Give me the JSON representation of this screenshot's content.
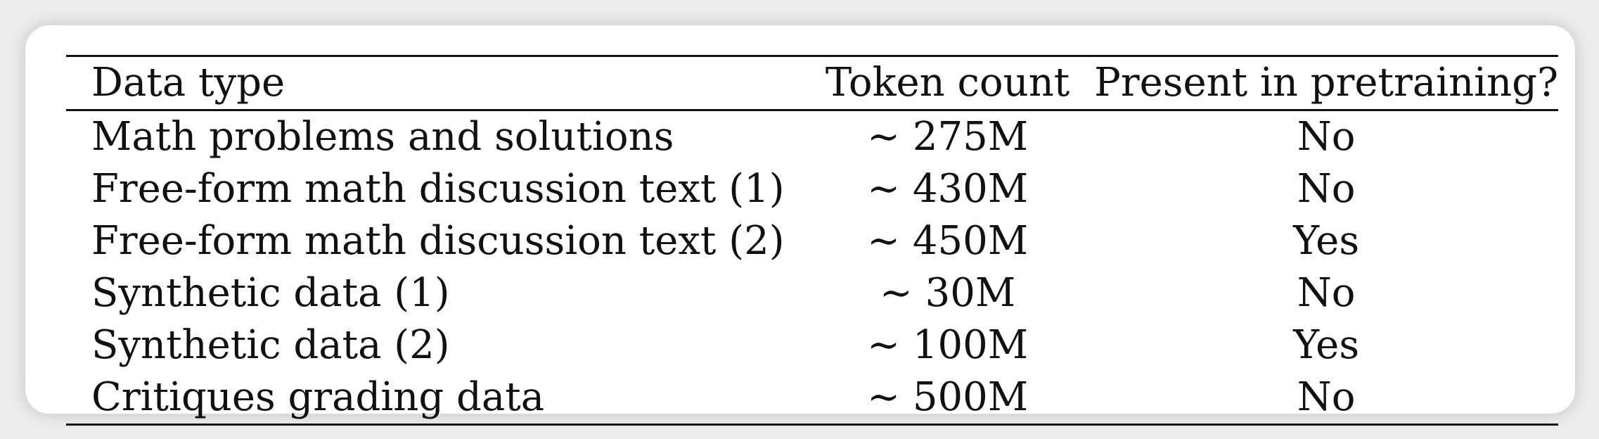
{
  "table": {
    "headers": [
      "Data type",
      "Token count",
      "Present in pretraining?"
    ],
    "rows": [
      [
        "Math problems and solutions",
        "∼ 275M",
        "No"
      ],
      [
        "Free-form math discussion text (1)",
        "∼ 430M",
        "No"
      ],
      [
        "Free-form math discussion text (2)",
        "∼ 450M",
        "Yes"
      ],
      [
        "Synthetic data (1)",
        "∼ 30M",
        "No"
      ],
      [
        "Synthetic data (2)",
        "∼ 100M",
        "Yes"
      ],
      [
        "Critiques grading data",
        "∼ 500M",
        "No"
      ]
    ]
  }
}
